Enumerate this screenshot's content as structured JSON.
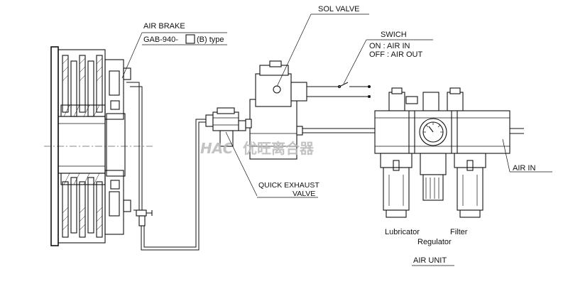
{
  "labels": {
    "air_brake": "AIR BRAKE",
    "brake_model": "GAB-940-",
    "brake_model_suffix": "(B) type",
    "sol_valve": "SOL VALVE",
    "switch_title": "SWICH",
    "switch_on": "ON : AIR IN",
    "switch_off": "OFF : AIR OUT",
    "quick_exhaust_1": "QUICK EXHAUST",
    "quick_exhaust_2": "VALVE",
    "air_in": "AIR IN",
    "lubricator": "Lubricator",
    "filter": "Filter",
    "regulator": "Regulator",
    "air_unit": "AIR UNIT",
    "watermark_logo": "HAC",
    "watermark_text": "优旺离合器"
  },
  "icons": {
    "pressure_gauge": "pressure-gauge-icon",
    "switch_contacts": "switch-contacts-icon",
    "solenoid_coil": "solenoid-coil-icon"
  }
}
